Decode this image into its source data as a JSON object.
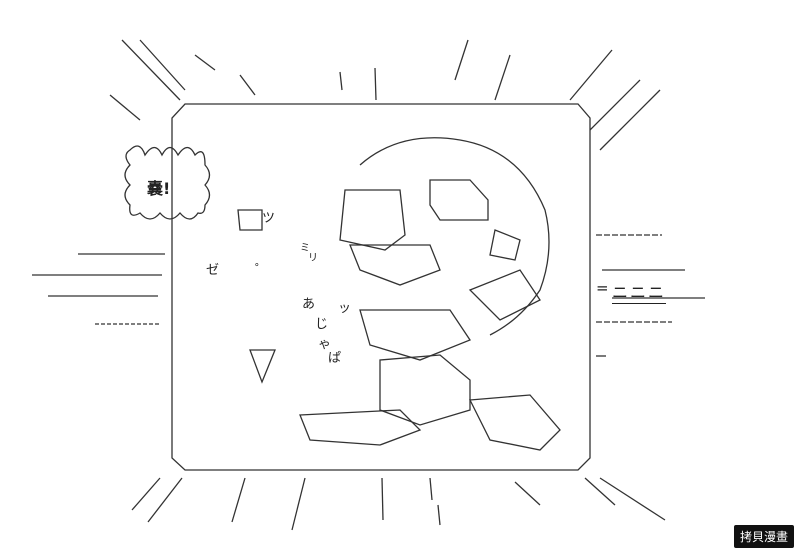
{
  "panel": {
    "bubble_text": "嚢!",
    "side_text": "ニニニ",
    "equals": "=",
    "sfx": {
      "aji": "あ",
      "tsu": "ッ",
      "ji": "じ",
      "ya": "ゃ",
      "pa": "ぱ",
      "mi": "ミ",
      "ri": "リ",
      "ze": "ゼ",
      "ma": "゜",
      "tsu2": "ツ"
    }
  },
  "watermark": "拷貝漫畫"
}
